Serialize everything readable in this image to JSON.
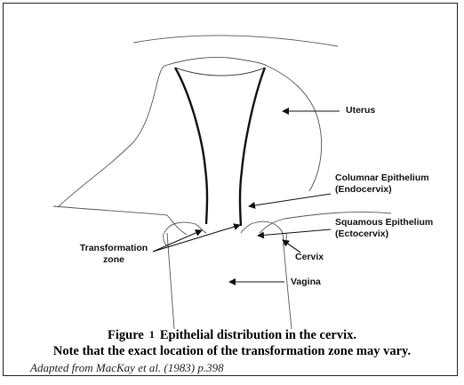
{
  "labels": {
    "uterus": "Uterus",
    "columnar_line1": "Columnar Epithelium",
    "columnar_line2": "(Endocervix)",
    "squamous_line1": "Squamous Epithelium",
    "squamous_line2": "(Ectocervix)",
    "transformation_line1": "Transformation",
    "transformation_line2": "zone",
    "cervix": "Cervix",
    "vagina": "Vagina"
  },
  "caption": {
    "figure_prefix": "Figure",
    "figure_number": "1",
    "title": "Epithelial distribution in the cervix.",
    "note": "Note that the exact location of the transformation zone may vary.",
    "source": "Adapted from MacKay et al. (1983) p.398"
  }
}
